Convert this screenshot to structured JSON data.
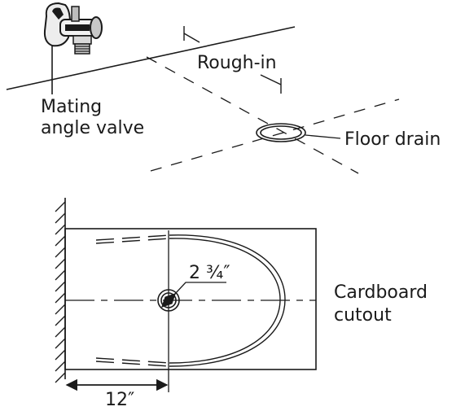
{
  "labels": {
    "rough_in": "Rough-in",
    "mating_angle_valve_line1": "Mating",
    "mating_angle_valve_line2": "angle valve",
    "floor_drain": "Floor drain",
    "dimension_diameter": "2 ¾″",
    "cardboard_cutout_line1": "Cardboard",
    "cardboard_cutout_line2": "cutout",
    "dimension_wall_offset": "12″"
  },
  "colors": {
    "ink": "#1a1a1a",
    "background": "#ffffff"
  },
  "icons": {
    "angle_valve": "angle-valve-icon",
    "floor_drain": "floor-drain-icon"
  }
}
